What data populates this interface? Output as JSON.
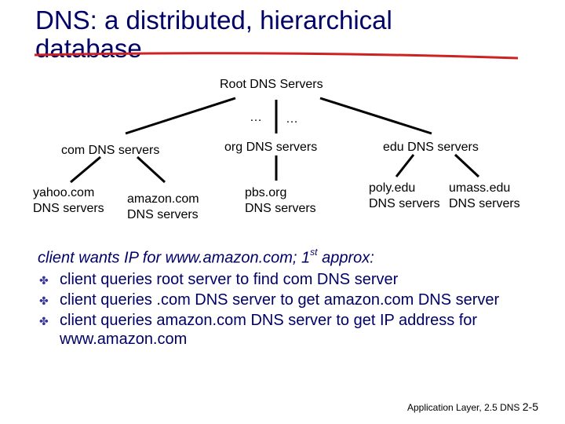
{
  "slide": {
    "title": "DNS: a distributed, hierarchical database"
  },
  "colors": {
    "title_text": "#000066",
    "title_underline": "#cc2222",
    "lines": "#000000",
    "body_text": "#000066"
  },
  "tree": {
    "root": {
      "label": "Root DNS Servers"
    },
    "ellipsis_left": "…",
    "ellipsis_right": "…",
    "com": {
      "label": "com DNS servers"
    },
    "org": {
      "label": "org DNS servers"
    },
    "edu": {
      "label": "edu DNS servers"
    },
    "leaves": {
      "yahoo": {
        "name": "yahoo.com",
        "sub": "DNS servers"
      },
      "amazon": {
        "name": "amazon.com",
        "sub": "DNS servers"
      },
      "pbs": {
        "name": "pbs.org",
        "sub": "DNS servers"
      },
      "poly": {
        "name": "poly.edu",
        "sub": "DNS servers"
      },
      "umass": {
        "name": "umass.edu",
        "sub": "DNS servers"
      }
    }
  },
  "body": {
    "intro_prefix": "client wants IP for www.amazon.com; 1",
    "intro_sup": "st",
    "intro_suffix": " approx:",
    "bullet_icon": "arrow-bullet-icon",
    "bullets": [
      "client queries root server to find com DNS server",
      "client queries .com DNS server to get amazon.com DNS server",
      "client queries amazon.com DNS server to get  IP address for www.amazon.com"
    ]
  },
  "footer": {
    "label": "Application Layer, 2.5 DNS",
    "page": "2-5"
  }
}
